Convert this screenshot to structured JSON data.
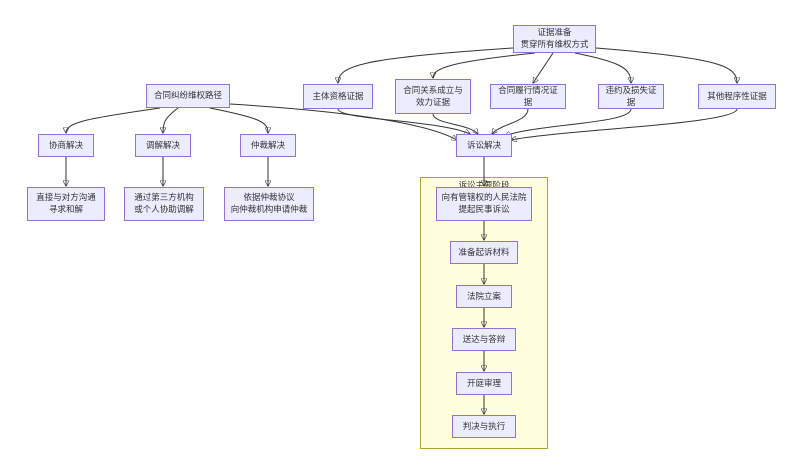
{
  "nodes": {
    "evidence": "证据准备\n贯穿所有维权方式",
    "path": "合同纠纷维权路径",
    "subject": "主体资格证据",
    "formation": "合同关系成立与\n效力证据",
    "performance": "合同履行情况证据",
    "breach": "违约及损失证据",
    "procedure": "其他程序性证据",
    "negotiate": "协商解决",
    "mediate": "调解解决",
    "arbitrate": "仲裁解决",
    "litigate": "诉讼解决",
    "negotiate_detail": "直接与对方沟通\n寻求和解",
    "mediate_detail": "通过第三方机构\n或个人协助调解",
    "arbitrate_detail": "依据仲裁协议\n向仲裁机构申请仲裁",
    "sue": "向有管辖权的人民法院\n提起民事诉讼",
    "materials": "准备起诉材料",
    "filing": "法院立案",
    "service": "送达与答辩",
    "trial": "开庭审理",
    "judgment": "判决与执行"
  },
  "cluster": {
    "label": "诉讼主要阶段"
  },
  "colors": {
    "node_fill": "#ECECFF",
    "node_border": "#9370DB",
    "cluster_fill": "#FFFFDE",
    "cluster_border": "#AAAA33",
    "edge": "#333333"
  }
}
